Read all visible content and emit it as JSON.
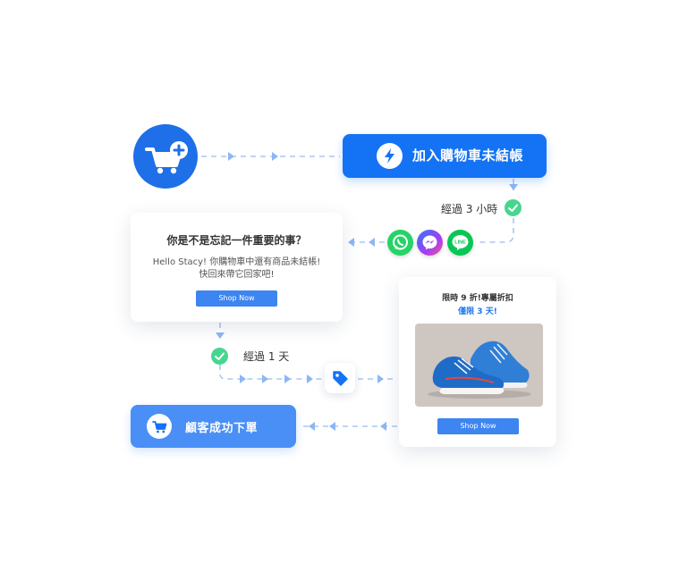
{
  "trigger": {
    "label": "加入購物車未結帳"
  },
  "wait_1": {
    "label": "經過 3 小時"
  },
  "channels": [
    "WhatsApp",
    "Messenger",
    "LINE"
  ],
  "message_card": {
    "title": "你是不是忘記一件重要的事？",
    "line1": "Hello Stacy! 你購物車中還有商品未結帳!",
    "line2": "快回來帶它回家吧!",
    "button": "Shop Now"
  },
  "wait_2": {
    "label": "經過 1 天"
  },
  "offer_card": {
    "title": "限時 9 折!專屬折扣",
    "subtitle": "僅限 3 天!",
    "button": "Shop Now"
  },
  "success": {
    "label": "顧客成功下單"
  },
  "icons": {
    "start": "cart-plus-icon",
    "trigger": "lightning-icon",
    "check": "check-icon",
    "tag": "price-tag-icon",
    "success": "cart-icon"
  },
  "colors": {
    "primary": "#1473f5",
    "start_circle": "#1e6fe8",
    "success_button": "#4a8ff5",
    "check": "#47d68f",
    "connector": "#9dbff5",
    "whatsapp": "#25d366",
    "line": "#06c755"
  }
}
